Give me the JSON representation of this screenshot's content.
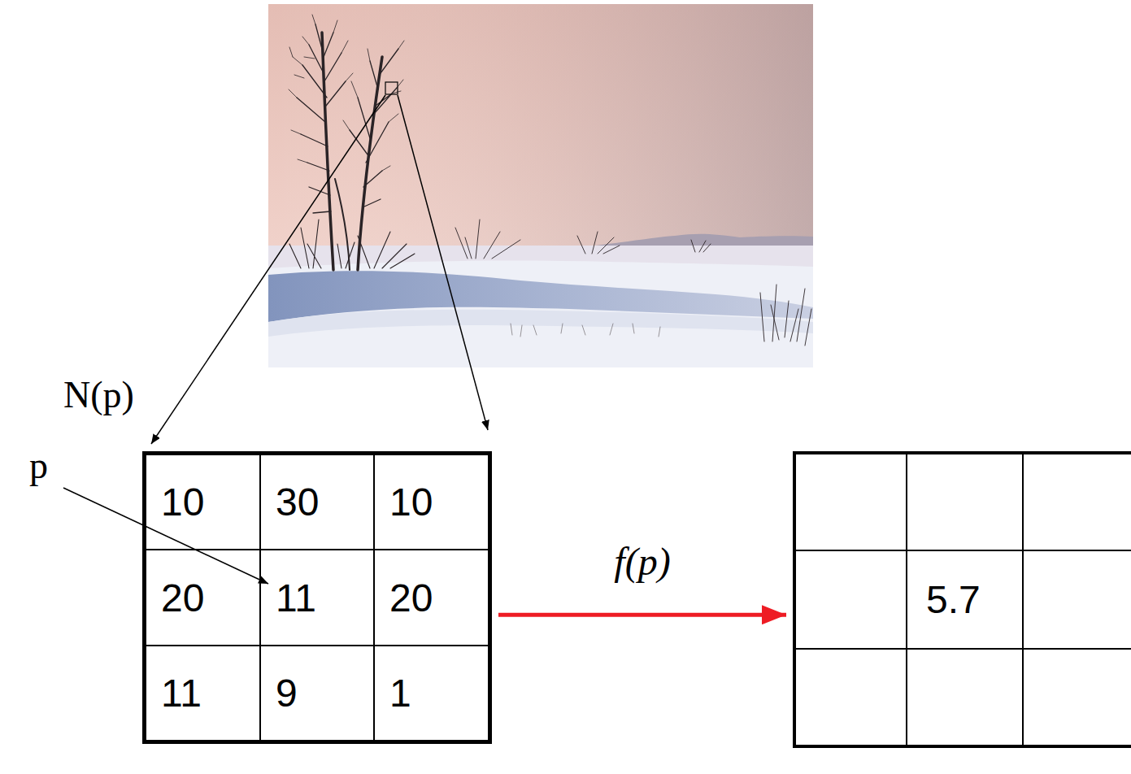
{
  "diagram": {
    "nodes": [
      {
        "text": [
          "N(p)"
        ]
      },
      {
        "text": [
          "10"
        ],
        "in": 0
      },
      {
        "text": [
          "30"
        ],
        "in": 0
      },
      {
        "text": [
          "10"
        ],
        "in": 0
      },
      {
        "text": [
          "20"
        ],
        "in": 0
      },
      {
        "text": [
          "11"
        ],
        "in": 0
      },
      {
        "text": [
          "20"
        ],
        "in": 0
      },
      {
        "text": [
          "11"
        ],
        "in": 0
      },
      {
        "text": [
          "9"
        ],
        "in": 0
      },
      {
        "text": [
          "1"
        ],
        "in": 0
      },
      {
        "text": [
          "5.7"
        ]
      }
    ],
    "edges": [
      {
        "from": 0,
        "to": 10,
        "arrow": "to",
        "label": "f(p)"
      }
    ],
    "labels": [
      "p"
    ]
  }
}
